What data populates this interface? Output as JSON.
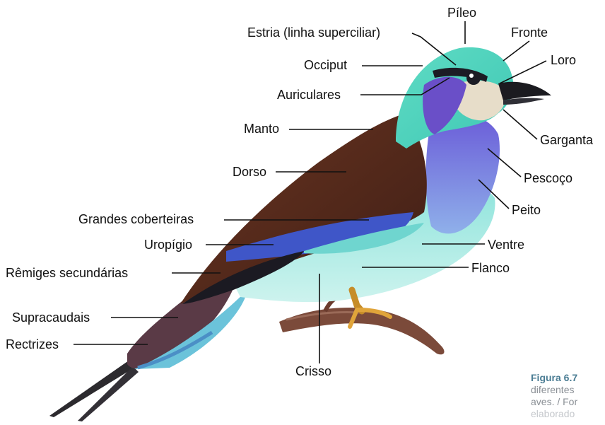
{
  "labels": {
    "pileo": "Píleo",
    "estria": "Estria (linha superciliar)",
    "fronte": "Fronte",
    "loro": "Loro",
    "occiput": "Occiput",
    "auriculares": "Auriculares",
    "manto": "Manto",
    "garganta": "Garganta",
    "dorso": "Dorso",
    "pescoco": "Pescoço",
    "peito": "Peito",
    "grandes_coberteiras": "Grandes coberteiras",
    "uropigio": "Uropígio",
    "ventre": "Ventre",
    "remiges": "Rêmiges secundárias",
    "flanco": "Flanco",
    "supracaudais": "Supracaudais",
    "rectrizes": "Rectrizes",
    "crisso": "Crisso"
  },
  "caption": {
    "figure": "Figura 6.7",
    "line1": "diferentes",
    "line2": "aves. / For",
    "line3": "elaborado"
  }
}
